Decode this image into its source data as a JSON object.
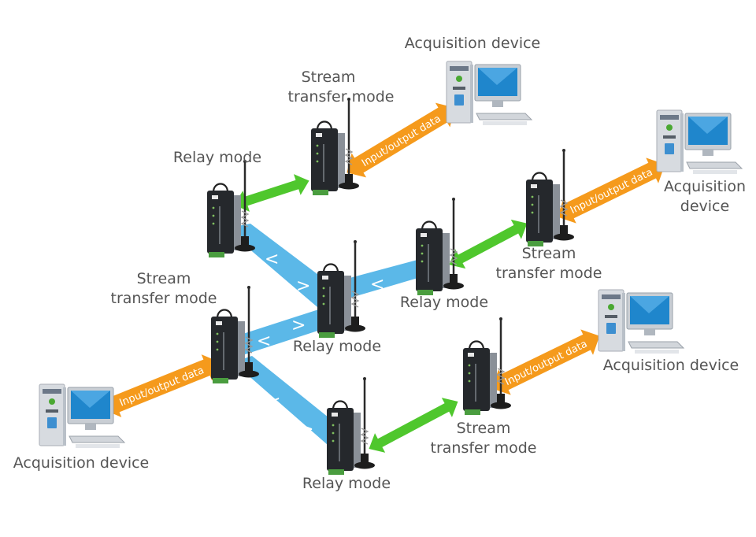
{
  "labels": {
    "acquisition_device": "Acquisition device",
    "acquisition": "Acquisition",
    "device": "device",
    "relay_mode": "Relay mode",
    "stream": "Stream",
    "transfer_mode": "transfer mode",
    "io_data": "Input/output data"
  },
  "colors": {
    "wireless_link": "#5bb8e8",
    "green_arrow": "#4fc72d",
    "orange_arrow": "#f59a1c",
    "label_text": "#555555"
  },
  "icons": {
    "gateway": "gateway-device-icon",
    "computer": "computer-icon",
    "antenna": "antenna-icon"
  }
}
